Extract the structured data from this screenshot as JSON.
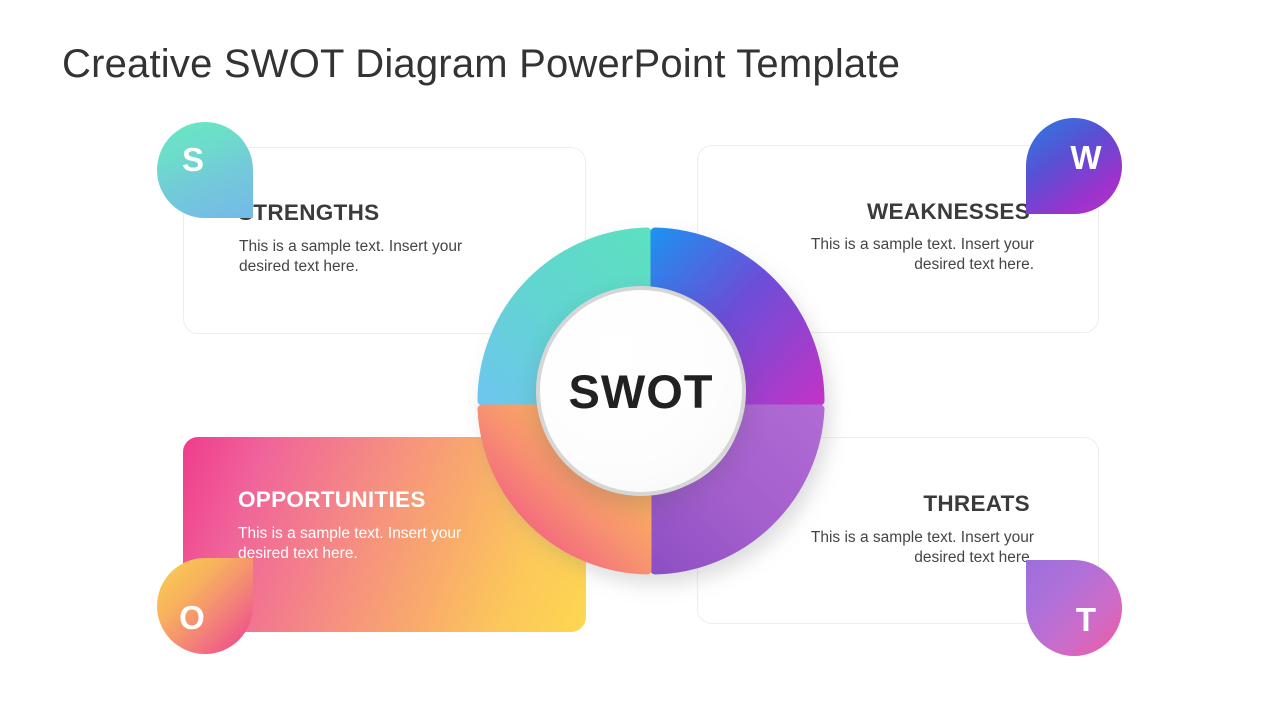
{
  "page": {
    "title": "Creative SWOT Diagram PowerPoint Template",
    "background": "#ffffff"
  },
  "center": {
    "label": "SWOT",
    "badge_icon": "swot-hub-circle"
  },
  "quadrants": [
    {
      "key": "strengths",
      "letter": "S",
      "title": "STRENGTHS",
      "body": "This is a sample text. Insert your desired text here.",
      "position": "top-left",
      "highlighted": false,
      "leaf_icon": "leaf-badge-s",
      "colors": {
        "from": "#67e8c3",
        "to": "#74b9e8"
      },
      "arc_colors": {
        "from": "#5ce0c0",
        "to": "#6ec6ee"
      }
    },
    {
      "key": "weaknesses",
      "letter": "W",
      "title": "WEAKNESSES",
      "body": "This is a sample text. Insert your desired text here.",
      "position": "top-right",
      "highlighted": false,
      "leaf_icon": "leaf-badge-w",
      "colors": {
        "from": "#2a7de1",
        "to": "#b932c6"
      },
      "arc_colors": {
        "from": "#2090ef",
        "to": "#c034c6"
      }
    },
    {
      "key": "opportunities",
      "letter": "O",
      "title": "OPPORTUNITIES",
      "body": "This is a sample text. Insert your desired text here.",
      "position": "bottom-left",
      "highlighted": true,
      "leaf_icon": "leaf-badge-o",
      "colors": {
        "from": "#fbd24f",
        "to": "#ee3d8d"
      },
      "arc_colors": {
        "from": "#fcd04f",
        "to": "#ef3c8c"
      }
    },
    {
      "key": "threats",
      "letter": "T",
      "title": "THREATS",
      "body": "This is a sample text. Insert your desired text here.",
      "position": "bottom-right",
      "highlighted": false,
      "leaf_icon": "leaf-badge-t",
      "colors": {
        "from": "#9b6fdb",
        "to": "#ef5aa0"
      },
      "arc_colors": {
        "from": "#b06ad4",
        "to": "#8e4fc4"
      }
    }
  ],
  "chart_data": {
    "type": "pie",
    "title": "SWOT",
    "categories": [
      "Strengths",
      "Weaknesses",
      "Threats",
      "Opportunities"
    ],
    "values": [
      25,
      25,
      25,
      25
    ],
    "labels": [
      "S",
      "W",
      "T",
      "O"
    ],
    "colors": [
      "#5ce0c0",
      "#2090ef",
      "#b06ad4",
      "#fcd04f"
    ],
    "legend": "corner-badges",
    "grid": false,
    "donut": true
  }
}
